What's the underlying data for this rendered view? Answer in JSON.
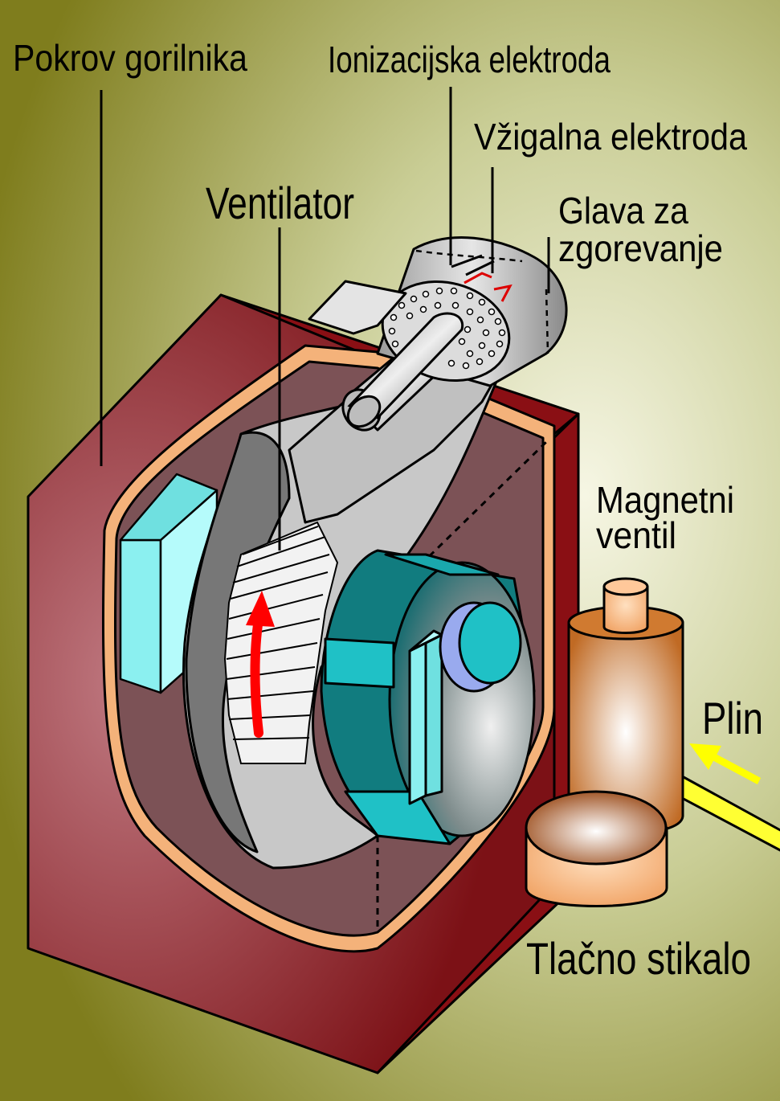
{
  "labels": {
    "burner_cover": "Pokrov gorilnika",
    "ionization_electrode": "Ionizacijska elektroda",
    "ignition_electrode": "Vžigalna elektroda",
    "combustion_head_line1": "Glava za",
    "combustion_head_line2": "zgorevanje",
    "fan": "Ventilator",
    "solenoid_valve_line1": "Magnetni",
    "solenoid_valve_line2": "ventil",
    "gas": "Plin",
    "pressure_switch": "Tlačno stikalo"
  },
  "colors": {
    "background_top": "#c9cf9f",
    "background_bottom": "#7f7d1d",
    "housing": "#8a1a1e",
    "housing_inner": "#7d5458",
    "insulation": "#f4b27a",
    "fan_housing": "#c8c8c8",
    "motor": "#117c7f",
    "cyan_block": "#8bf0f0",
    "airflow_arrow": "#ff0000",
    "gas_arrow": "#ffff00",
    "valve": "#c8732a"
  }
}
